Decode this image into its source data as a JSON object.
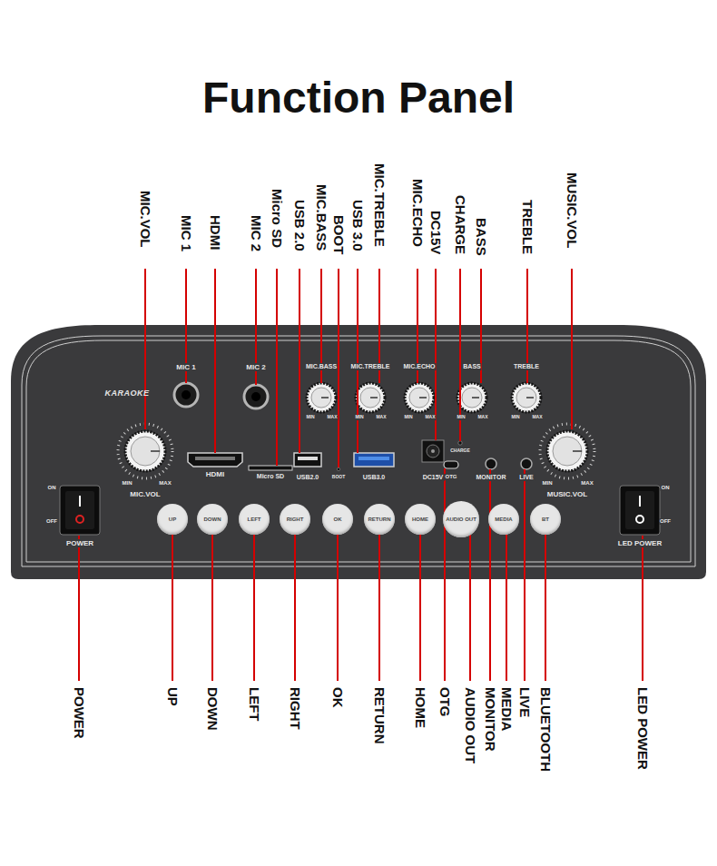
{
  "diagram": {
    "title": "Function Panel",
    "nodes": [
      {
        "text": [
          "UP"
        ]
      },
      {
        "text": [
          "DOWN"
        ]
      },
      {
        "text": [
          "LEFT"
        ]
      },
      {
        "text": [
          "RIGHT"
        ]
      },
      {
        "text": [
          "OK"
        ]
      },
      {
        "text": [
          "RETURN"
        ]
      },
      {
        "text": [
          "HOME"
        ]
      },
      {
        "text": [
          "AUDIO OUT"
        ]
      },
      {
        "text": [
          "MEDIA"
        ]
      },
      {
        "text": [
          "BT"
        ]
      }
    ],
    "labels": [
      "MIC.VOL",
      "MIC 1",
      "HDMI",
      "MIC 2",
      "Micro SD",
      "USB 2.0",
      "MIC.BASS",
      "BOOT",
      "USB 3.0",
      "MIC.TREBLE",
      "MIC.ECHO",
      "DC15V",
      "CHARGE",
      "BASS",
      "TREBLE",
      "MUSIC.VOL",
      "KARAOKE",
      "MIC 1",
      "MIC 2",
      "MIC.BASS",
      "MIC.TREBLE",
      "MIC.ECHO",
      "BASS",
      "TREBLE",
      "MIN",
      "MAX",
      "MIN",
      "MAX",
      "MIN",
      "MAX",
      "MIN",
      "MAX",
      "MIN",
      "MAX",
      "HDMI",
      "Micro SD",
      "USB2.0",
      "BOOT",
      "USB3.0",
      "DC15V",
      "CHARGE",
      "OTG",
      "MONITOR",
      "LIVE",
      "MIC.VOL",
      "MIN",
      "MAX",
      "MUSIC.VOL",
      "MIN",
      "MAX",
      "ON",
      "OFF",
      "POWER",
      "ON",
      "OFF",
      "LED POWER",
      "POWER",
      "UP",
      "DOWN",
      "LEFT",
      "RIGHT",
      "OK",
      "RETURN",
      "HOME",
      "OTG",
      "AUDIO OUT",
      "MONITOR",
      "MEDIA",
      "LIVE",
      "BLUETOOTH",
      "LED POWER"
    ]
  }
}
